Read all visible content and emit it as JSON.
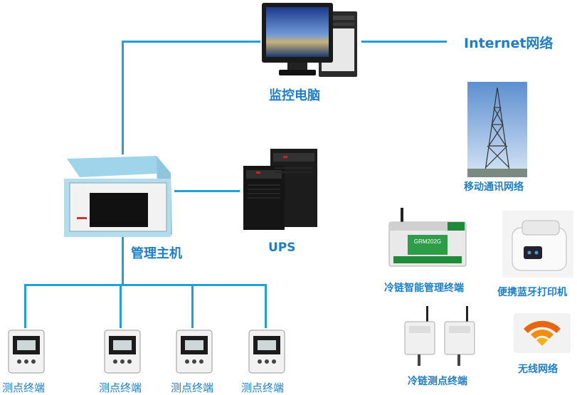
{
  "internet_label": "Internet网络",
  "computer_label": "监控电脑",
  "host_label": "管理主机",
  "ups_label": "UPS",
  "mobile_label": "移动通讯网络",
  "controller_label": "冷链智能管理终端",
  "controller_model": "GRM202G",
  "printer_label": "便携蓝牙打印机",
  "coldchain_terminal_label": "冷链测点终端",
  "wireless_label": "无线网络",
  "terminals": [
    {
      "label": "测点终端"
    },
    {
      "label": "测点终端"
    },
    {
      "label": "测点终端"
    },
    {
      "label": "测点终端"
    }
  ],
  "colors": {
    "line": "#21a0d6",
    "label": "#1e7fc7"
  }
}
